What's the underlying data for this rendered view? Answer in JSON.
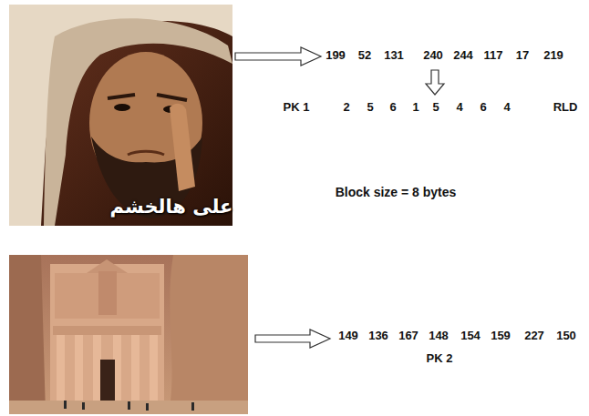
{
  "diagram": {
    "labels": [
      "199",
      "52",
      "131",
      "240",
      "244",
      "117",
      "17",
      "219",
      "PK 1",
      "2",
      "5",
      "6",
      "1",
      "5",
      "4",
      "6",
      "4",
      "RLD",
      "Block size = 8 bytes",
      "149",
      "136",
      "167",
      "148",
      "154",
      "159",
      "227",
      "150",
      "PK 2",
      "على هالخشم"
    ]
  }
}
